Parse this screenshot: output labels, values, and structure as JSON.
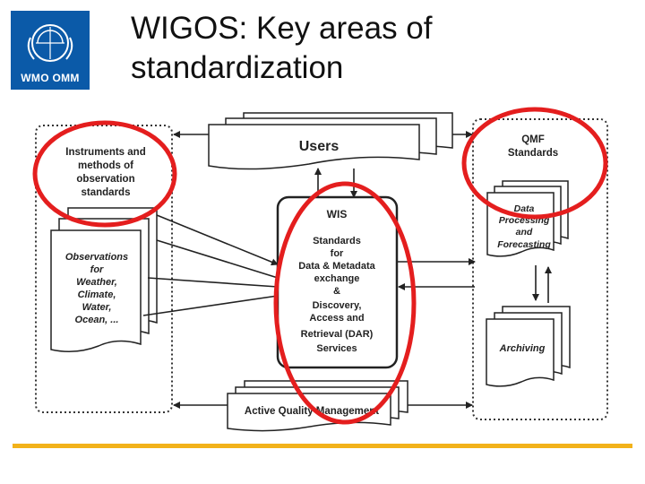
{
  "header": {
    "logo_text": "WMO OMM",
    "title_line1": "WIGOS: Key areas of",
    "title_line2": "standardization"
  },
  "diagram": {
    "users": "Users",
    "instruments": [
      "Instruments and",
      "methods of",
      "observation",
      "standards"
    ],
    "observations": [
      "Observations",
      "for",
      "Weather,",
      "Climate,",
      "Water,",
      "Ocean, ..."
    ],
    "wis_title": "WIS",
    "wis_body": [
      "Standards",
      "for",
      "Data & Metadata",
      "exchange",
      "&",
      "Discovery,",
      "Access and",
      "Retrieval (DAR)",
      "Services"
    ],
    "qmf": [
      "QMF",
      "Standards"
    ],
    "data_processing": [
      "Data",
      "Processing",
      "and",
      "Forecasting"
    ],
    "archiving": "Archiving",
    "aqm": "Active Quality Management"
  },
  "colors": {
    "logo_bg": "#0b5aa8",
    "highlight_circle": "#e41e1e",
    "footer_line": "#f2b21a"
  }
}
